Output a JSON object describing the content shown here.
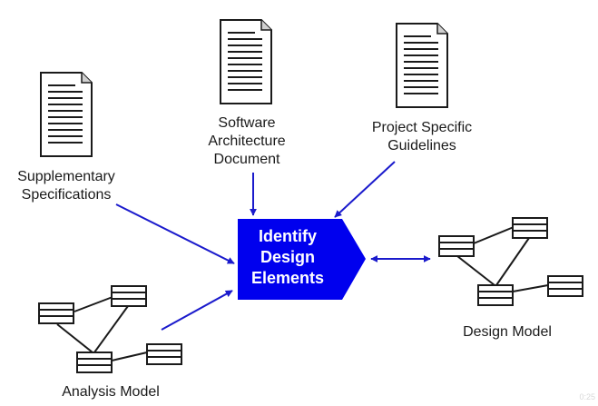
{
  "documents": {
    "supplementary": {
      "lines": [
        "Supplementary",
        "Specifications"
      ],
      "icon": "document-icon"
    },
    "architecture": {
      "lines": [
        "Software",
        "Architecture",
        "Document"
      ],
      "icon": "document-icon"
    },
    "guidelines": {
      "lines": [
        "Project Specific",
        "Guidelines"
      ],
      "icon": "document-icon"
    }
  },
  "activity": {
    "lines": [
      "Identify",
      "Design",
      "Elements"
    ],
    "fill": "#0000ee",
    "text_color": "#ffffff"
  },
  "models": {
    "analysis": {
      "label": "Analysis Model",
      "icon": "class-diagram-icon"
    },
    "design": {
      "label": "Design Model",
      "icon": "class-diagram-icon"
    }
  },
  "colors": {
    "arrow": "#1a1acc",
    "line": "#1a1a1a",
    "text": "#1a1a1a"
  },
  "watermark": "0:25"
}
